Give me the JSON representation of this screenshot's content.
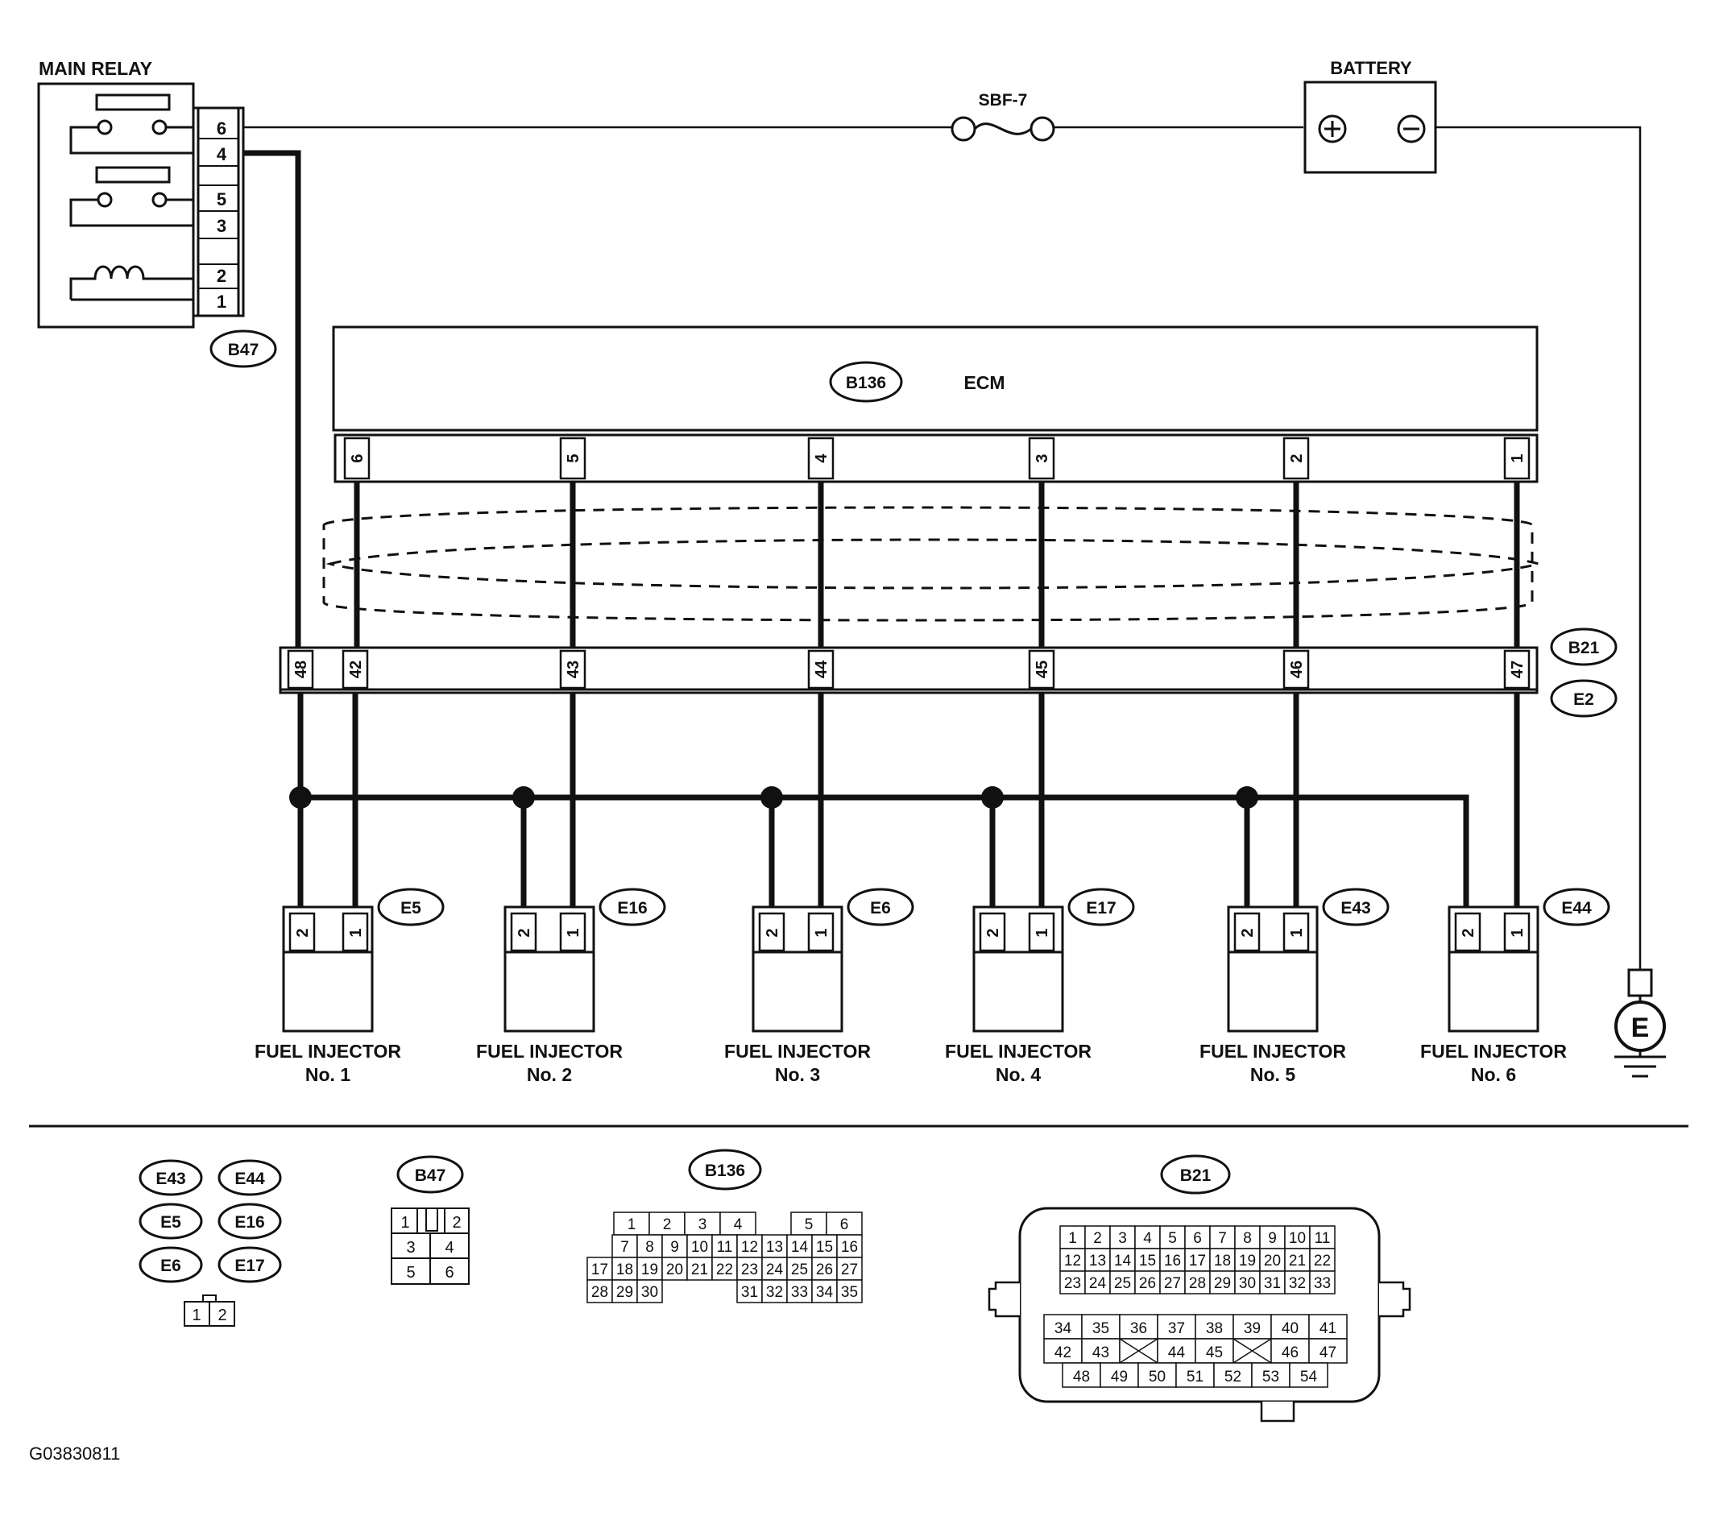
{
  "main_relay": {
    "title": "MAIN RELAY",
    "pins": [
      "6",
      "4",
      "5",
      "3",
      "2",
      "1"
    ],
    "connector": "B47"
  },
  "fuse": {
    "label": "SBF-7"
  },
  "battery": {
    "title": "BATTERY",
    "plus": "⊕",
    "minus": "⊖"
  },
  "ecm": {
    "label": "ECM",
    "connector": "B136",
    "pins": [
      "6",
      "5",
      "4",
      "3",
      "2",
      "1"
    ]
  },
  "harness": {
    "connector_top": "B21",
    "connector_bottom": "E2",
    "pins": [
      "48",
      "42",
      "43",
      "44",
      "45",
      "46",
      "47"
    ]
  },
  "injectors": [
    {
      "name": "FUEL INJECTOR",
      "num": "No. 1",
      "connector": "E5"
    },
    {
      "name": "FUEL INJECTOR",
      "num": "No. 2",
      "connector": "E16"
    },
    {
      "name": "FUEL INJECTOR",
      "num": "No. 3",
      "connector": "E6"
    },
    {
      "name": "FUEL INJECTOR",
      "num": "No. 4",
      "connector": "E17"
    },
    {
      "name": "FUEL INJECTOR",
      "num": "No. 5",
      "connector": "E43"
    },
    {
      "name": "FUEL INJECTOR",
      "num": "No. 6",
      "connector": "E44"
    }
  ],
  "injector_pins": [
    "2",
    "1"
  ],
  "ground": {
    "label": "E"
  },
  "legend": {
    "injector_connectors": [
      "E43",
      "E44",
      "E5",
      "E16",
      "E6",
      "E17"
    ],
    "injector_pins": [
      "1",
      "2"
    ],
    "b47": {
      "label": "B47",
      "rows": [
        [
          "1",
          "2"
        ],
        [
          "3",
          "4"
        ],
        [
          "5",
          "6"
        ]
      ]
    },
    "b136": {
      "label": "B136",
      "row1": [
        "1",
        "2",
        "3",
        "4",
        "",
        "5",
        "6"
      ],
      "row2": [
        "7",
        "8",
        "9",
        "10",
        "11",
        "12",
        "13",
        "14",
        "15",
        "16"
      ],
      "row3": [
        "17",
        "18",
        "19",
        "20",
        "21",
        "22",
        "23",
        "24",
        "25",
        "26",
        "27"
      ],
      "row4a": [
        "28",
        "29",
        "30"
      ],
      "row4b": [
        "31",
        "32",
        "33",
        "34",
        "35"
      ]
    },
    "b21": {
      "label": "B21",
      "upper": [
        [
          "1",
          "2",
          "3",
          "4",
          "5",
          "6",
          "7",
          "8",
          "9",
          "10",
          "11"
        ],
        [
          "12",
          "13",
          "14",
          "15",
          "16",
          "17",
          "18",
          "19",
          "20",
          "21",
          "22"
        ],
        [
          "23",
          "24",
          "25",
          "26",
          "27",
          "28",
          "29",
          "30",
          "31",
          "32",
          "33"
        ]
      ],
      "lower1": [
        "34",
        "35",
        "36",
        "37",
        "38",
        "39",
        "40",
        "41"
      ],
      "lower2": [
        "42",
        "43",
        "",
        "44",
        "45",
        "",
        "46",
        "47"
      ],
      "lower3": [
        "48",
        "49",
        "50",
        "51",
        "52",
        "53",
        "54"
      ]
    }
  },
  "figure_code": "G03830811"
}
